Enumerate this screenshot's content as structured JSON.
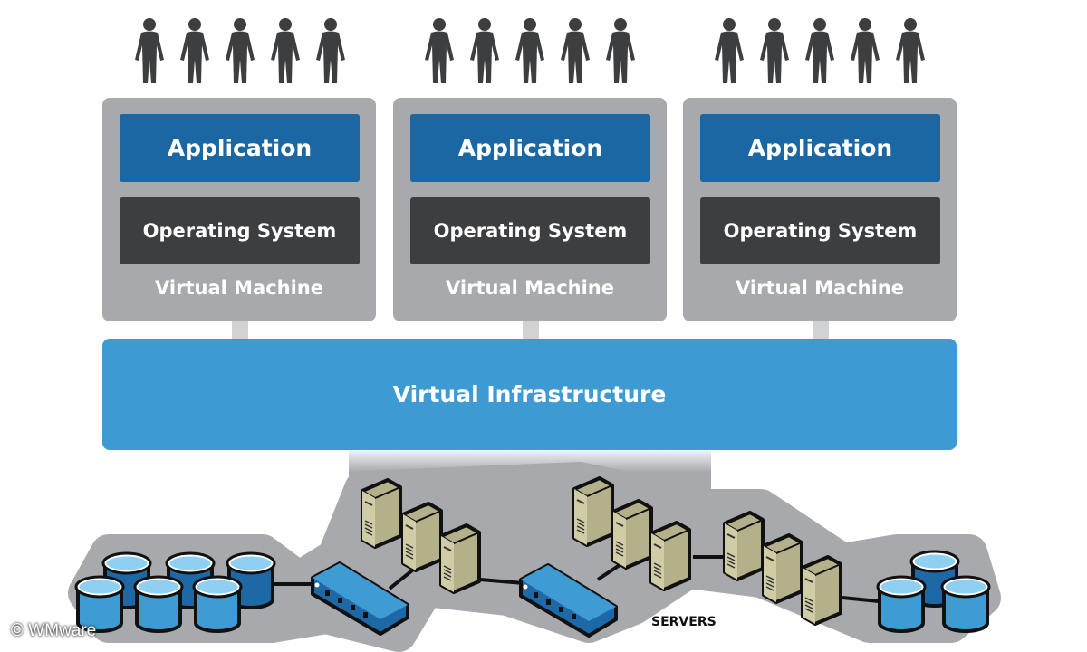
{
  "virtual_machines": [
    {
      "application": "Application",
      "os": "Operating System",
      "label": "Virtual Machine",
      "users": 5
    },
    {
      "application": "Application",
      "os": "Operating System",
      "label": "Virtual Machine",
      "users": 5
    },
    {
      "application": "Application",
      "os": "Operating System",
      "label": "Virtual Machine",
      "users": 5
    }
  ],
  "infrastructure": {
    "label": "Virtual Infrastructure"
  },
  "hardware": {
    "servers_label": "SERVERS"
  },
  "copyright": "© WMware",
  "colors": {
    "application": "#1b67a4",
    "os": "#3d3e40",
    "vm": "#a7a9ac",
    "infrastructure": "#3d9ad3",
    "server": "#b3b08a",
    "storage": "#3f9bd4",
    "person": "#3d3e40"
  },
  "icons": [
    "person-icon",
    "server-icon",
    "network-switch-icon",
    "storage-disk-icon"
  ]
}
